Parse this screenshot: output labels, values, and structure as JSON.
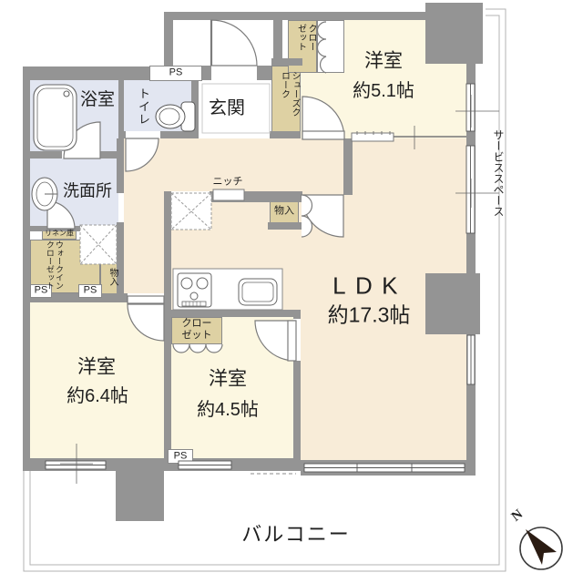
{
  "colors": {
    "wall": "#949494",
    "floor_main": "#f8ecd8",
    "floor_bed": "#fcf7e1",
    "floor_wet": "#e2e6f1",
    "closet": "#ded1a3",
    "ink": "#1f1f1f",
    "compass": "#2a1b12"
  },
  "rooms": {
    "ldk": {
      "name": "LDK",
      "size": "約17.3帖"
    },
    "bedroom_5_1": {
      "name": "洋室",
      "size": "約5.1帖"
    },
    "bedroom_6_4": {
      "name": "洋室",
      "size": "約6.4帖"
    },
    "bedroom_4_5": {
      "name": "洋室",
      "size": "約4.5帖"
    },
    "entrance": {
      "name": "玄関"
    },
    "bath": {
      "name": "浴室"
    },
    "toilet": {
      "name": "トイレ"
    },
    "washroom": {
      "name": "洗面所"
    },
    "balcony": {
      "name": "バルコニー"
    },
    "service_space": {
      "name": "サービススペース"
    }
  },
  "storage": {
    "shoes_closet": "シューズクローク",
    "closet_north": "クローゼット",
    "closet_center": "クローゼット",
    "walk_in_closet": "ウォークインクローゼット",
    "linen": "リネン庫",
    "storage_hall": "物入",
    "storage_ldk": "物入",
    "niche": "ニッチ",
    "pipe_space": "PS"
  },
  "compass": {
    "north": "N"
  }
}
